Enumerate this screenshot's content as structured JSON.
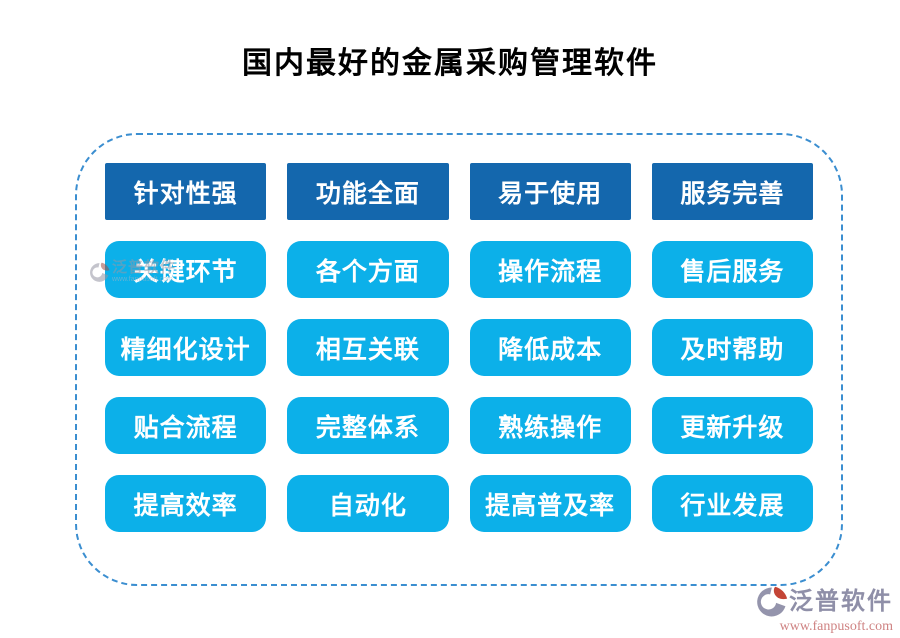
{
  "page": {
    "title": "国内最好的金属采购管理软件"
  },
  "grid": {
    "headers": [
      "针对性强",
      "功能全面",
      "易于使用",
      "服务完善"
    ],
    "rows": [
      [
        "关键环节",
        "各个方面",
        "操作流程",
        "售后服务"
      ],
      [
        "精细化设计",
        "相互关联",
        "降低成本",
        "及时帮助"
      ],
      [
        "贴合流程",
        "完整体系",
        "熟练操作",
        "更新升级"
      ],
      [
        "提高效率",
        "自动化",
        "提高普及率",
        "行业发展"
      ]
    ]
  },
  "footer": {
    "brand": "泛普软件",
    "url": "www.fanpusoft.com"
  },
  "watermark": {
    "brand": "泛普软件",
    "url": "www.fanpusoft.com"
  },
  "icons": {
    "brand_logo": "fanpu-logo-icon (circle with gray crescent and red petal)"
  },
  "colors": {
    "header_bg": "#1467ad",
    "item_bg": "#0cb0e9",
    "dashed_border": "#3b8ed0",
    "text": "#ffffff",
    "brand_text": "#8f8fa8",
    "brand_url": "#cf8383",
    "logo_gray": "#9494ac",
    "logo_red": "#c44536"
  }
}
